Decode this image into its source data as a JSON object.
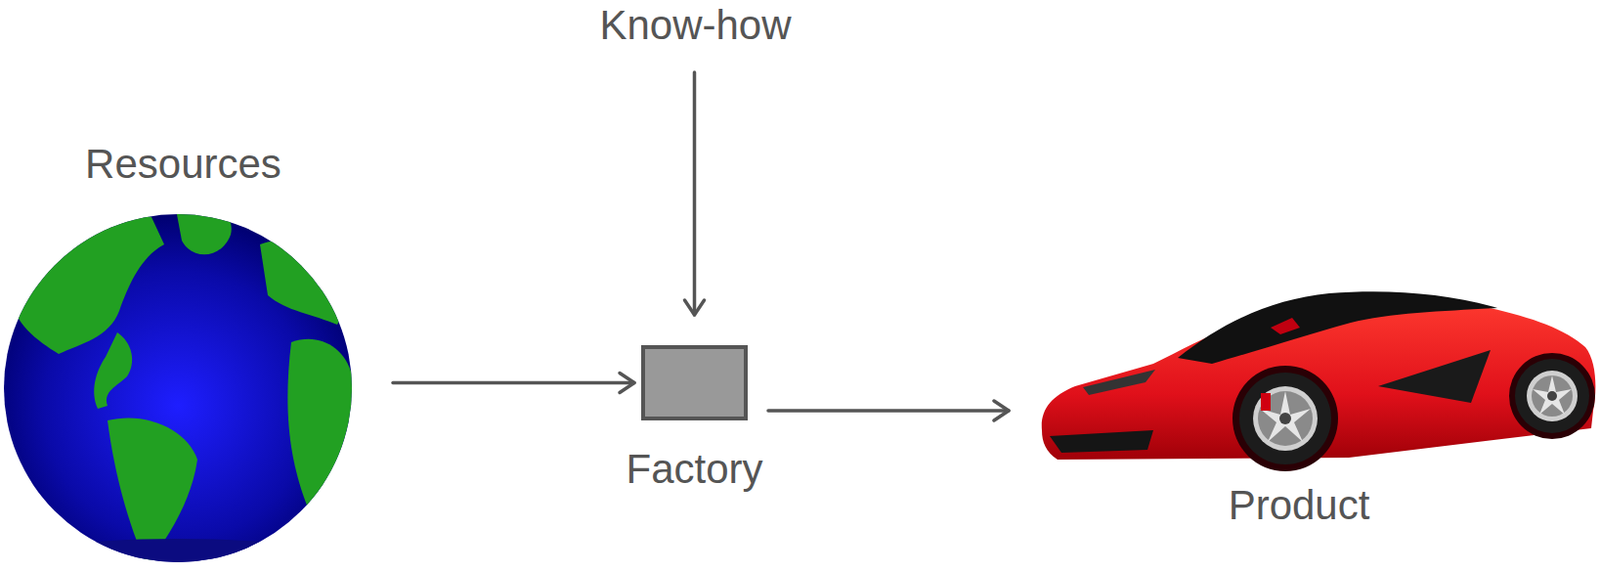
{
  "diagram": {
    "nodes": [
      {
        "text": [
          "Know-how"
        ]
      },
      {
        "text": [
          "Resources"
        ]
      },
      {
        "text": [
          "Factory"
        ]
      },
      {
        "text": [
          "Product"
        ]
      }
    ],
    "edges": [
      {
        "from": 1,
        "to": 2,
        "arrow": "to"
      },
      {
        "from": 0,
        "to": 2,
        "arrow": "to"
      },
      {
        "from": 2,
        "to": 3,
        "arrow": "to"
      }
    ]
  }
}
